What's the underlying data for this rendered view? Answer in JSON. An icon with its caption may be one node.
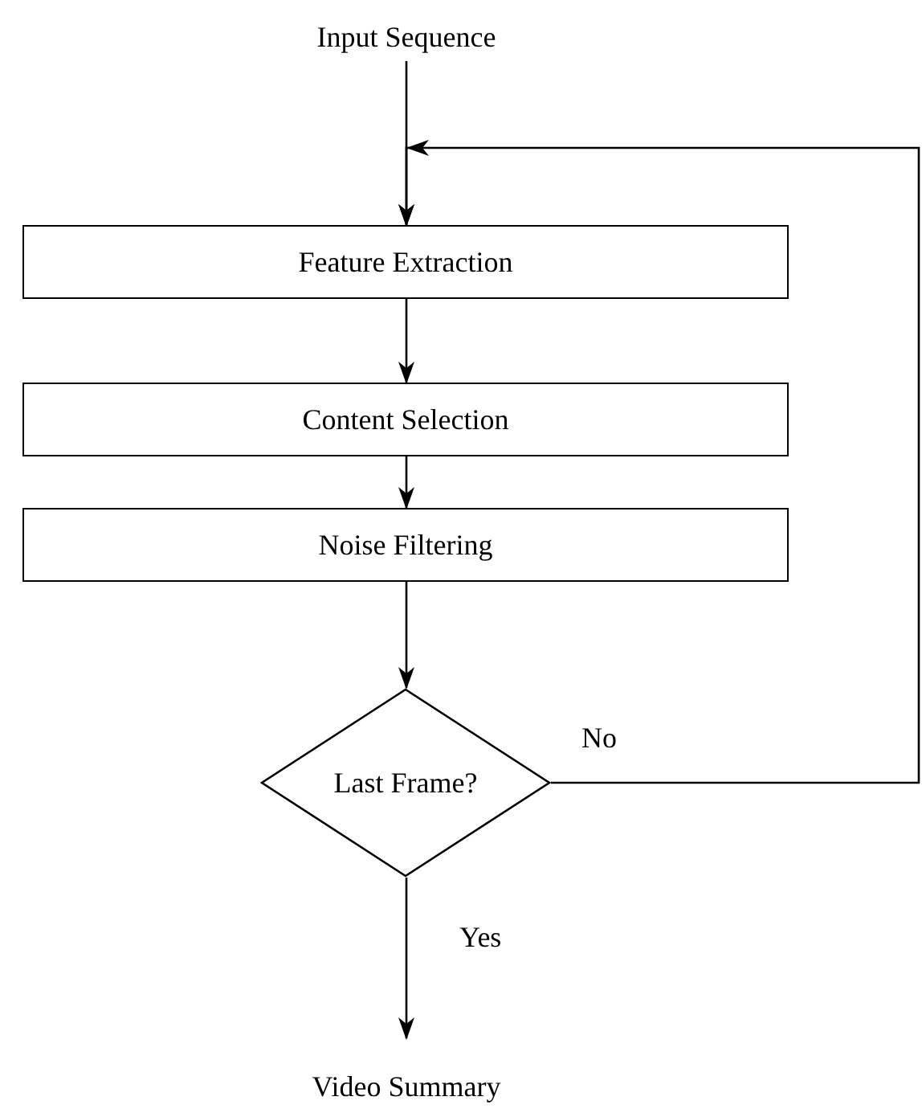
{
  "diagram": {
    "nodes": [
      {
        "text": [
          "Input Sequence"
        ]
      },
      {
        "text": [
          "Feature Extraction"
        ]
      },
      {
        "text": [
          "Content Selection"
        ]
      },
      {
        "text": [
          "Noise Filtering"
        ]
      },
      {
        "text": [
          "Last Frame?"
        ]
      },
      {
        "text": [
          "Video Summary"
        ]
      }
    ],
    "edges": [
      {
        "from": 0,
        "to": 1,
        "arrow": "to"
      },
      {
        "from": 1,
        "to": 2,
        "arrow": "to"
      },
      {
        "from": 2,
        "to": 3,
        "arrow": "to"
      },
      {
        "from": 3,
        "to": 4,
        "arrow": "to"
      },
      {
        "from": 4,
        "to": 5,
        "arrow": "to",
        "label": "Yes"
      },
      {
        "from": 4,
        "to": 1,
        "arrow": "to",
        "label": "No"
      }
    ]
  }
}
